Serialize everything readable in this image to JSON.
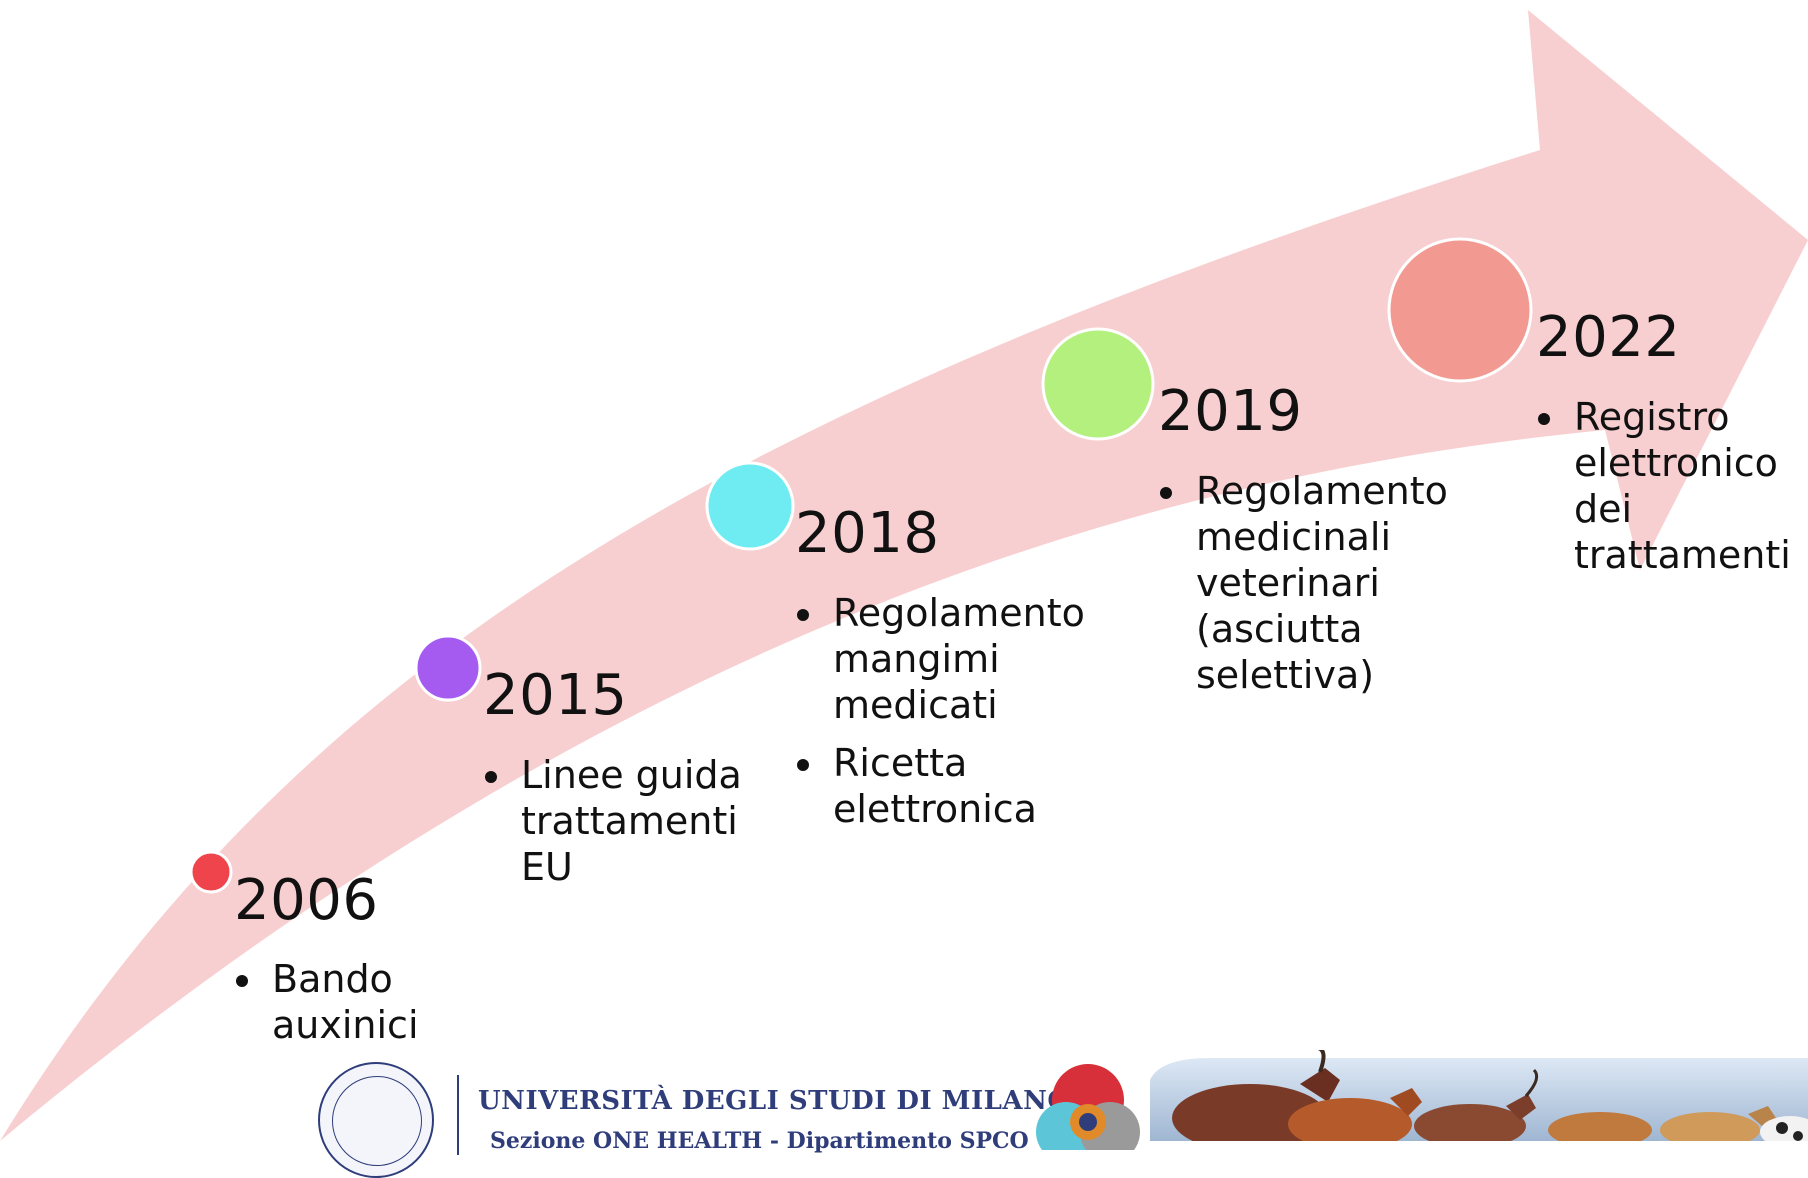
{
  "timeline": [
    {
      "year": "2006",
      "dot_color": "#f0444c",
      "items": [
        "Bando auxinici"
      ]
    },
    {
      "year": "2015",
      "dot_color": "#a55af0",
      "items": [
        "Linee guida trattamenti EU"
      ]
    },
    {
      "year": "2018",
      "dot_color": "#6eecf2",
      "items": [
        "Regolamento mangimi medicati",
        "Ricetta elettronica"
      ]
    },
    {
      "year": "2019",
      "dot_color": "#b4f07e",
      "items": [
        "Regolamento medicinali veterinari (asciutta selettiva)"
      ]
    },
    {
      "year": "2022",
      "dot_color": "#f29a92",
      "items": [
        "Registro elettronico dei trattamenti"
      ]
    }
  ],
  "arrow_color": "#f8cfd0",
  "footer": {
    "university": "UNIVERSITÀ DEGLI STUDI DI MILANO",
    "subtitle": "Sezione ONE HEALTH - Dipartimento SPCO"
  }
}
